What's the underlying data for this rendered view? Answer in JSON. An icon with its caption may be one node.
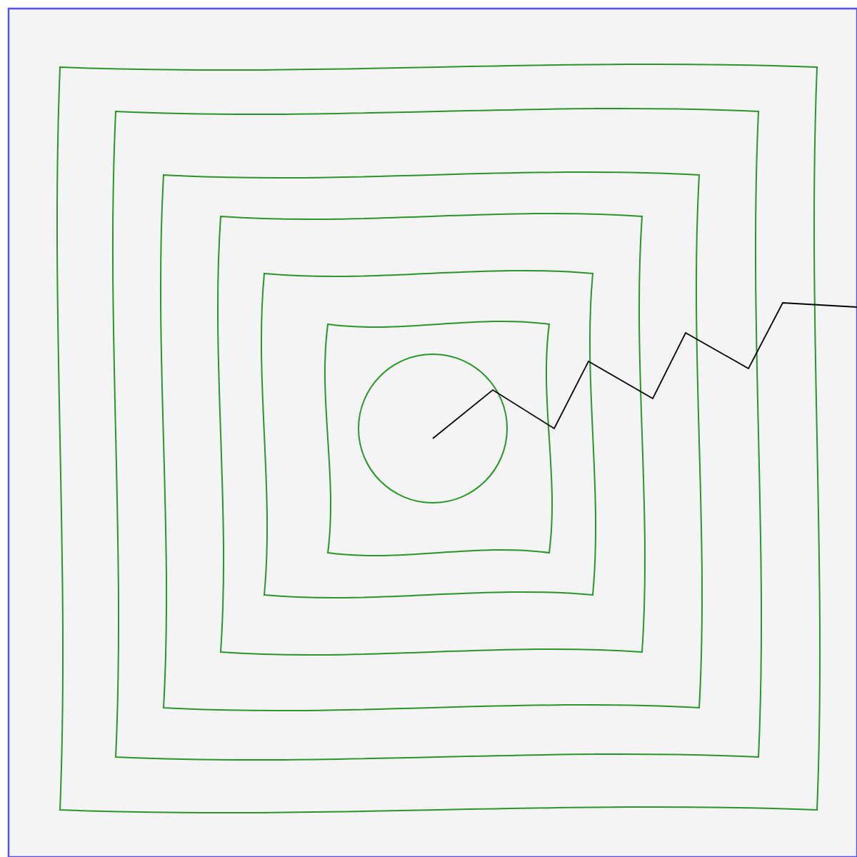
{
  "diagram": {
    "nodes": [
      {
        "text": [],
        "shape": "box"
      },
      {
        "text": [],
        "shape": "box",
        "in": 0
      },
      {
        "text": [],
        "shape": "box",
        "in": 1
      },
      {
        "text": [],
        "shape": "box",
        "in": 2
      },
      {
        "text": [],
        "shape": "box",
        "in": 3
      },
      {
        "text": [],
        "shape": "box",
        "in": 4
      },
      {
        "text": [],
        "shape": "circle",
        "in": 5
      }
    ]
  }
}
